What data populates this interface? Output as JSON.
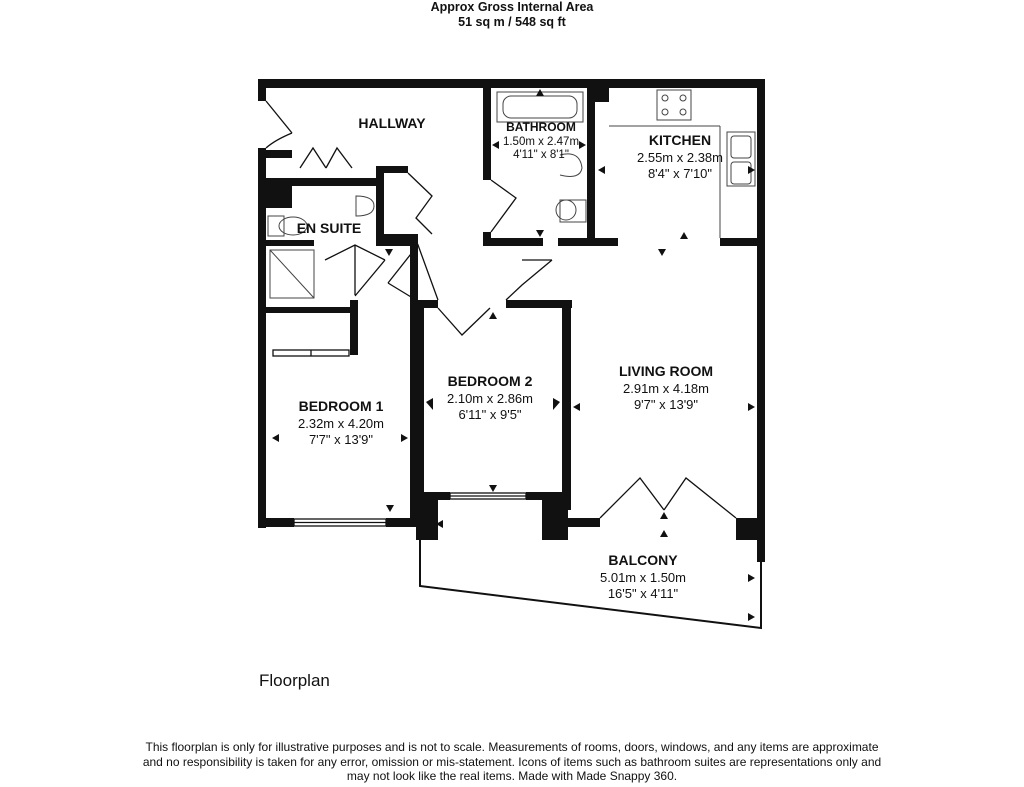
{
  "header": {
    "area_title": "Approx Gross Internal Area",
    "area_value": "51 sq m / 548 sq ft"
  },
  "rooms": {
    "hallway": {
      "name": "HALLWAY"
    },
    "bathroom": {
      "name": "BATHROOM",
      "metric": "1.50m x 2.47m",
      "imperial": "4'11\" x 8'1\""
    },
    "kitchen": {
      "name": "KITCHEN",
      "metric": "2.55m x 2.38m",
      "imperial": "8'4\" x 7'10\""
    },
    "en_suite": {
      "name": "EN SUITE"
    },
    "bedroom1": {
      "name": "BEDROOM 1",
      "metric": "2.32m x 4.20m",
      "imperial": "7'7\" x 13'9\""
    },
    "bedroom2": {
      "name": "BEDROOM 2",
      "metric": "2.10m x 2.86m",
      "imperial": "6'11\" x 9'5\""
    },
    "living_room": {
      "name": "LIVING ROOM",
      "metric": "2.91m x 4.18m",
      "imperial": "9'7\" x 13'9\""
    },
    "balcony": {
      "name": "BALCONY",
      "metric": "5.01m x 1.50m",
      "imperial": "16'5\" x 4'11\""
    }
  },
  "caption": "Floorplan",
  "disclaimer": {
    "line1": "This floorplan is only for illustrative purposes and is not to scale. Measurements of rooms, doors, windows, and any items are approximate",
    "line2": "and no responsibility is taken for any error, omission or mis-statement. Icons of items such as bathroom suites are representations only and",
    "line3": "may not look like the real items. Made with Made Snappy 360."
  }
}
